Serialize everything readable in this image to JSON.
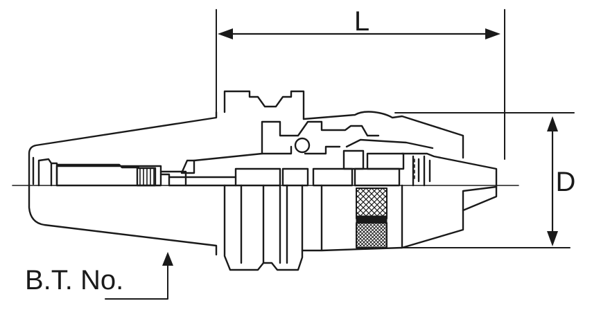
{
  "labels": {
    "length": "L",
    "diameter": "D",
    "taper": "B.T. No."
  },
  "colors": {
    "ink": "#1a1a1a",
    "background": "#ffffff"
  }
}
